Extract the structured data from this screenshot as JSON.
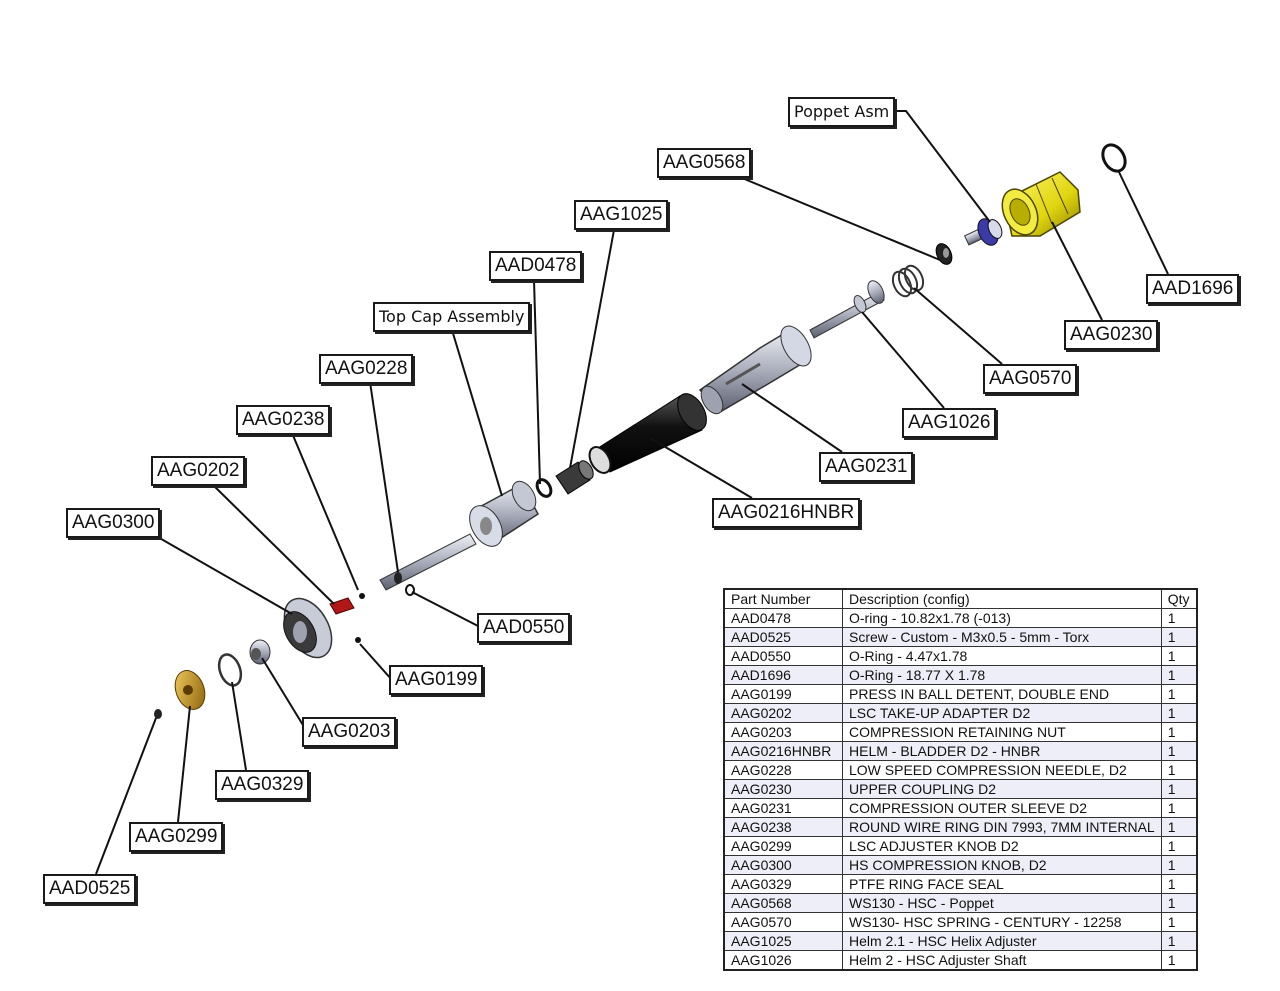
{
  "callouts": {
    "poppet_asm": "Poppet Asm",
    "aag0568": "AAG0568",
    "aag1025": "AAG1025",
    "aad0478": "AAD0478",
    "top_cap_assembly": "Top Cap Assembly",
    "aag0228": "AAG0228",
    "aag0238": "AAG0238",
    "aag0202": "AAG0202",
    "aag0300": "AAG0300",
    "aad1696": "AAD1696",
    "aag0230": "AAG0230",
    "aag0570": "AAG0570",
    "aag1026": "AAG1026",
    "aag0231": "AAG0231",
    "aag0216hnbr": "AAG0216HNBR",
    "aad0550": "AAD0550",
    "aag0199": "AAG0199",
    "aag0203": "AAG0203",
    "aag0329": "AAG0329",
    "aag0299": "AAG0299",
    "aad0525": "AAD0525"
  },
  "bom": {
    "headers": {
      "part_number": "Part Number",
      "description": "Description (config)",
      "qty": "Qty"
    },
    "rows": [
      {
        "pn": "AAD0478",
        "desc": "O-ring - 10.82x1.78 (-013)",
        "qty": "1"
      },
      {
        "pn": "AAD0525",
        "desc": "Screw - Custom - M3x0.5 - 5mm - Torx",
        "qty": "1"
      },
      {
        "pn": "AAD0550",
        "desc": "O-Ring - 4.47x1.78",
        "qty": "1"
      },
      {
        "pn": "AAD1696",
        "desc": "O-Ring - 18.77 X 1.78",
        "qty": "1"
      },
      {
        "pn": "AAG0199",
        "desc": "PRESS IN BALL DETENT, DOUBLE END",
        "qty": "1"
      },
      {
        "pn": "AAG0202",
        "desc": "LSC TAKE-UP ADAPTER D2",
        "qty": "1"
      },
      {
        "pn": "AAG0203",
        "desc": "COMPRESSION RETAINING NUT",
        "qty": "1"
      },
      {
        "pn": "AAG0216HNBR",
        "desc": "HELM - BLADDER  D2 - HNBR",
        "qty": "1"
      },
      {
        "pn": "AAG0228",
        "desc": "LOW SPEED COMPRESSION NEEDLE, D2",
        "qty": "1"
      },
      {
        "pn": "AAG0230",
        "desc": "UPPER COUPLING D2",
        "qty": "1"
      },
      {
        "pn": "AAG0231",
        "desc": "COMPRESSION OUTER SLEEVE D2",
        "qty": "1"
      },
      {
        "pn": "AAG0238",
        "desc": "ROUND WIRE RING DIN 7993, 7MM INTERNAL",
        "qty": "1"
      },
      {
        "pn": "AAG0299",
        "desc": "LSC ADJUSTER KNOB D2",
        "qty": "1"
      },
      {
        "pn": "AAG0300",
        "desc": "HS COMPRESSION KNOB, D2",
        "qty": "1"
      },
      {
        "pn": "AAG0329",
        "desc": "PTFE RING FACE SEAL",
        "qty": "1"
      },
      {
        "pn": "AAG0568",
        "desc": "WS130 - HSC - Poppet",
        "qty": "1"
      },
      {
        "pn": "AAG0570",
        "desc": "WS130- HSC SPRING - CENTURY - 12258",
        "qty": "1"
      },
      {
        "pn": "AAG1025",
        "desc": "Helm 2.1 - HSC Helix Adjuster",
        "qty": "1"
      },
      {
        "pn": "AAG1026",
        "desc": "Helm 2 - HSC Adjuster Shaft",
        "qty": "1"
      }
    ]
  },
  "colors": {
    "yellow_coupling": "#e8e020",
    "blue_poppet": "#3a3aa8",
    "gold_knob": "#c89a20",
    "red_adapter": "#b01818",
    "bladder_black": "#1c1c1c",
    "metal_grey": "#b8bcc8",
    "leader_line": "#111111"
  }
}
